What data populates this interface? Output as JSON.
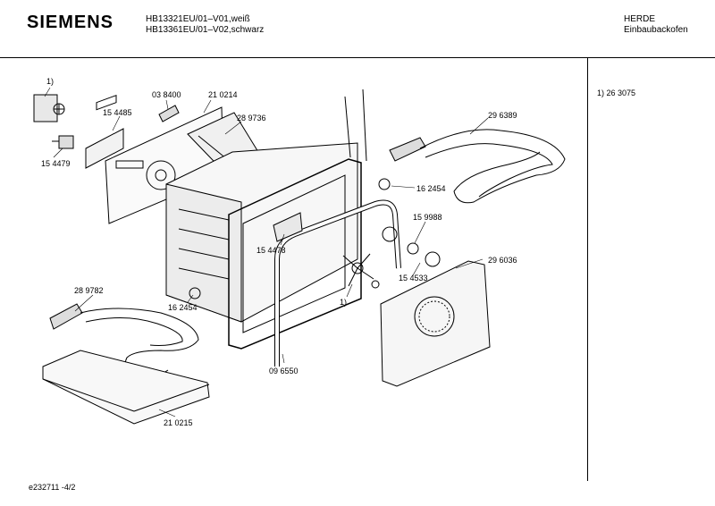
{
  "header": {
    "brand": "SIEMENS",
    "model_line1": "HB13321EU/01–V01,weiß",
    "model_line2": "HB13361EU/01–V02,schwarz",
    "category_line1": "HERDE",
    "category_line2": "Einbaubackofen"
  },
  "side_note": "1)  26 3075",
  "footer": "e232711   -4/2",
  "parts": [
    {
      "key": "p1",
      "text": "1)"
    },
    {
      "key": "p2",
      "text": "15 4485"
    },
    {
      "key": "p3",
      "text": "03 8400"
    },
    {
      "key": "p4",
      "text": "21 0214"
    },
    {
      "key": "p5",
      "text": "28 9736"
    },
    {
      "key": "p6",
      "text": "29 6389"
    },
    {
      "key": "p7",
      "text": "15 4479"
    },
    {
      "key": "p8",
      "text": "16 2454"
    },
    {
      "key": "p9",
      "text": "15 9988"
    },
    {
      "key": "p10",
      "text": "15 4478"
    },
    {
      "key": "p11",
      "text": "29 6036"
    },
    {
      "key": "p12",
      "text": "28 9782"
    },
    {
      "key": "p13",
      "text": "15 4533"
    },
    {
      "key": "p14",
      "text": "16 2454"
    },
    {
      "key": "p15",
      "text": "1)"
    },
    {
      "key": "p16",
      "text": "09 6550"
    },
    {
      "key": "p17",
      "text": "21 0215"
    }
  ]
}
